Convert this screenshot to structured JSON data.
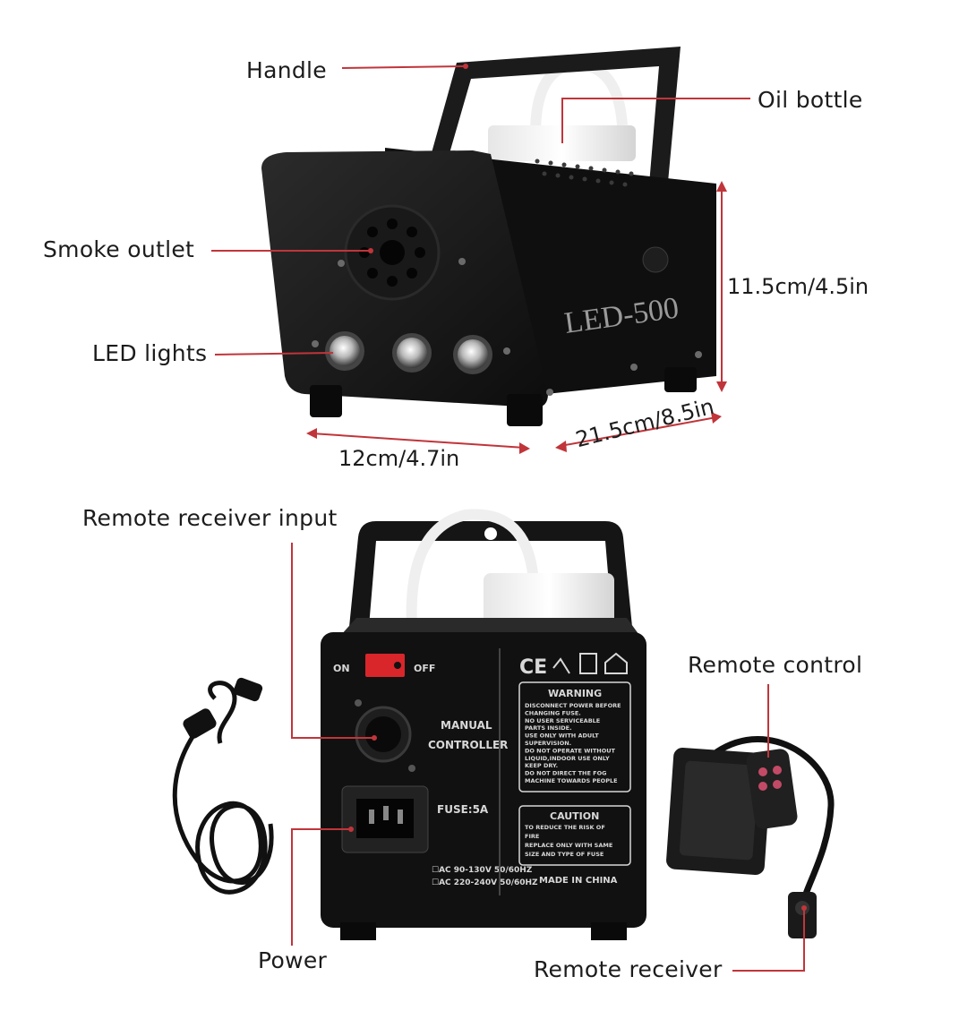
{
  "labels": {
    "handle": "Handle",
    "oil_bottle": "Oil bottle",
    "smoke_outlet": "Smoke outlet",
    "led_lights": "LED lights",
    "remote_receiver_input": "Remote receiver input",
    "remote_control": "Remote control",
    "power": "Power",
    "remote_receiver": "Remote receiver"
  },
  "dimensions": {
    "height": "11.5cm/4.5in",
    "width": "12cm/4.7in",
    "depth": "21.5cm/8.5in"
  },
  "device": {
    "model": "LED-500",
    "switch_on": "ON",
    "switch_off": "OFF",
    "manual_1": "MANUAL",
    "manual_2": "CONTROLLER",
    "fuse": "FUSE:5A",
    "voltage_1": "☐AC 90-130V 50/60HZ",
    "voltage_2": "☐AC 220-240V 50/60HZ",
    "cert": "CE",
    "warning_title": "WARNING",
    "warning_lines": [
      "DISCONNECT POWER BEFORE",
      "CHANGING FUSE.",
      "NO USER SERVICEABLE",
      "PARTS INSIDE.",
      "USE ONLY WITH ADULT",
      "SUPERVISION.",
      "DO NOT OPERATE WITHOUT",
      "LIQUID,INDOOR USE ONLY",
      "KEEP DRY.",
      "DO NOT DIRECT THE FOG",
      "MACHINE TOWARDS PEOPLE"
    ],
    "caution_title": "CAUTION",
    "caution_lines": [
      "TO REDUCE THE RISK OF",
      "FIRE",
      "REPLACE ONLY WITH SAME",
      "SIZE AND TYPE OF FUSE"
    ],
    "made_in": "MADE IN CHINA"
  },
  "colors": {
    "accent_line": "#c0353a",
    "body": "#141414",
    "switch": "#d8262b"
  }
}
